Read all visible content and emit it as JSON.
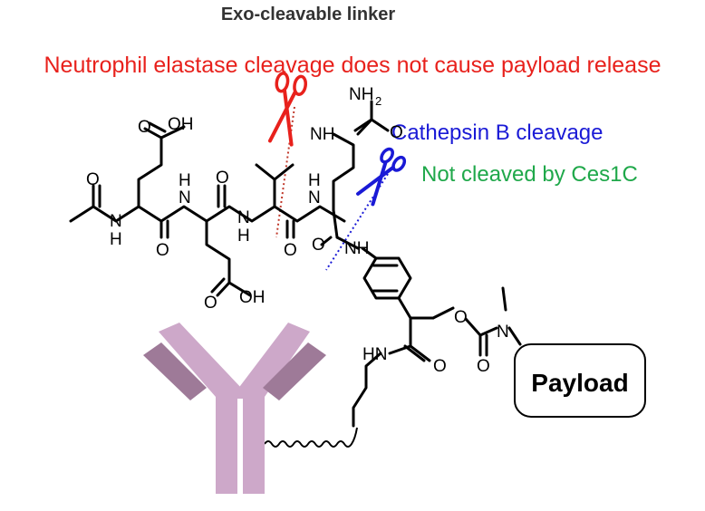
{
  "title": "Exo-cleavable linker",
  "annotations": {
    "neutrophil": "Neutrophil elastase cleavage does not cause payload release",
    "cathepsin": "Cathepsin B cleavage",
    "ces1c": "Not cleaved by Ces1C"
  },
  "payload_label": "Payload",
  "atoms": {
    "nh": "NH",
    "n": "N",
    "h": "H",
    "o": "O",
    "oh": "OH",
    "nh2": "NH",
    "sub2": "2",
    "hn": "HN"
  },
  "colors": {
    "neutrophil": "#e8211c",
    "cathepsin": "#1a1ad6",
    "ces1c": "#1fa84a",
    "antibody": "#cda8c9",
    "antibody_dark": "#9e7a98",
    "title": "#333333"
  },
  "icons": [
    "scissors-icon",
    "antibody-icon"
  ]
}
